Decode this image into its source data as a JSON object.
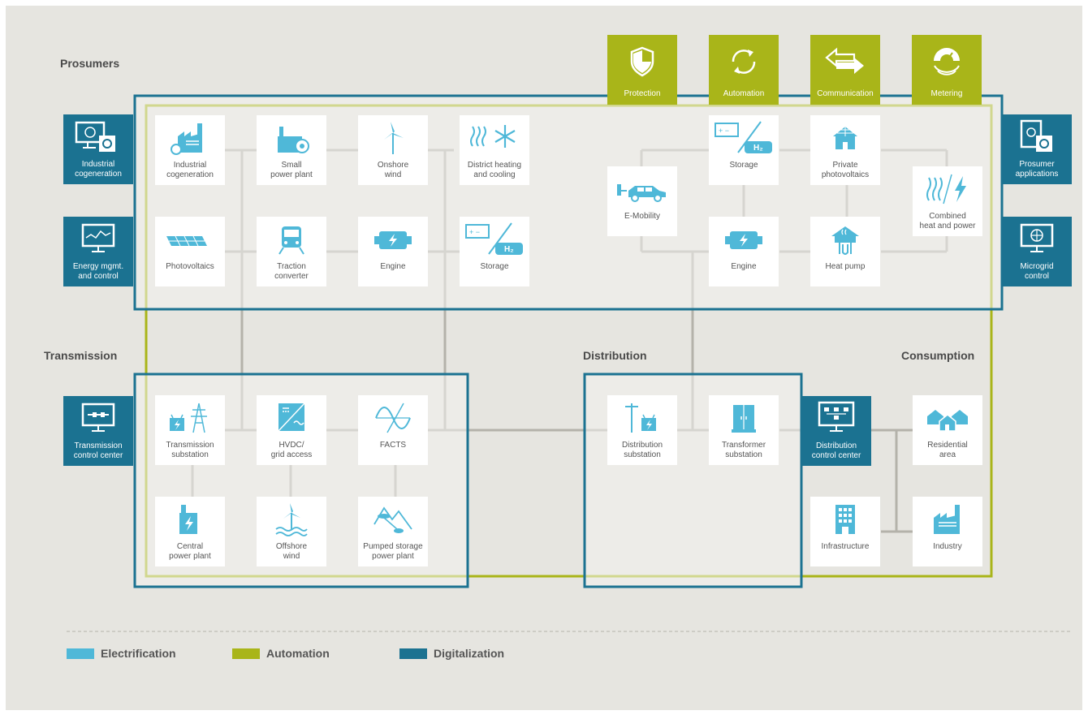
{
  "sections": {
    "prosumers": "Prosumers",
    "transmission": "Transmission",
    "distribution": "Distribution",
    "consumption": "Consumption"
  },
  "automation_tiles": [
    {
      "label": "Protection",
      "icon": "shield-icon"
    },
    {
      "label": "Automation",
      "icon": "cycle-arrows-icon"
    },
    {
      "label": "Communication",
      "icon": "double-arrow-icon"
    },
    {
      "label": "Metering",
      "icon": "meter-gauge-icon"
    }
  ],
  "digital_tiles": {
    "industrial_cogeneration": "Industrial\ncogeneration",
    "energy_mgmt": "Energy mgmt.\nand control",
    "prosumer_applications": "Prosumer\napplications",
    "microgrid_control": "Microgrid\ncontrol",
    "transmission_control_center": "Transmission\ncontrol center",
    "distribution_control_center": "Distribution\ncontrol center"
  },
  "prosumer_tiles": {
    "industrial_cogeneration": "Industrial\ncogeneration",
    "small_power_plant": "Small\npower plant",
    "onshore_wind": "Onshore\nwind",
    "district_heating": "District heating\nand cooling",
    "photovoltaics": "Photovoltaics",
    "traction_converter": "Traction\nconverter",
    "engine_left": "Engine",
    "storage_left": "Storage",
    "e_mobility": "E-Mobility",
    "storage_right": "Storage",
    "private_pv": "Private\nphotovoltaics",
    "combined_heat": "Combined\nheat and power",
    "engine_right": "Engine",
    "heat_pump": "Heat pump"
  },
  "transmission_tiles": {
    "transmission_substation": "Transmission\nsubstation",
    "hvdc": "HVDC/\ngrid access",
    "facts": "FACTS",
    "central_power_plant": "Central\npower plant",
    "offshore_wind": "Offshore\nwind",
    "pumped_storage": "Pumped storage\npower plant"
  },
  "distribution_tiles": {
    "distribution_substation": "Distribution\nsubstation",
    "transformer_substation": "Transformer\nsubstation"
  },
  "consumption_tiles": {
    "residential_area": "Residential\narea",
    "infrastructure": "Infrastructure",
    "industry": "Industry"
  },
  "legend": [
    {
      "label": "Electrification",
      "color": "#4fb8d8"
    },
    {
      "label": "Automation",
      "color": "#a9b519"
    },
    {
      "label": "Digitalization",
      "color": "#1b7291"
    }
  ],
  "colors": {
    "electrification": "#4fb8d8",
    "automation": "#a9b519",
    "digitalization": "#1b7291",
    "connector": "#b4b2aa",
    "background": "#e6e5e0"
  }
}
